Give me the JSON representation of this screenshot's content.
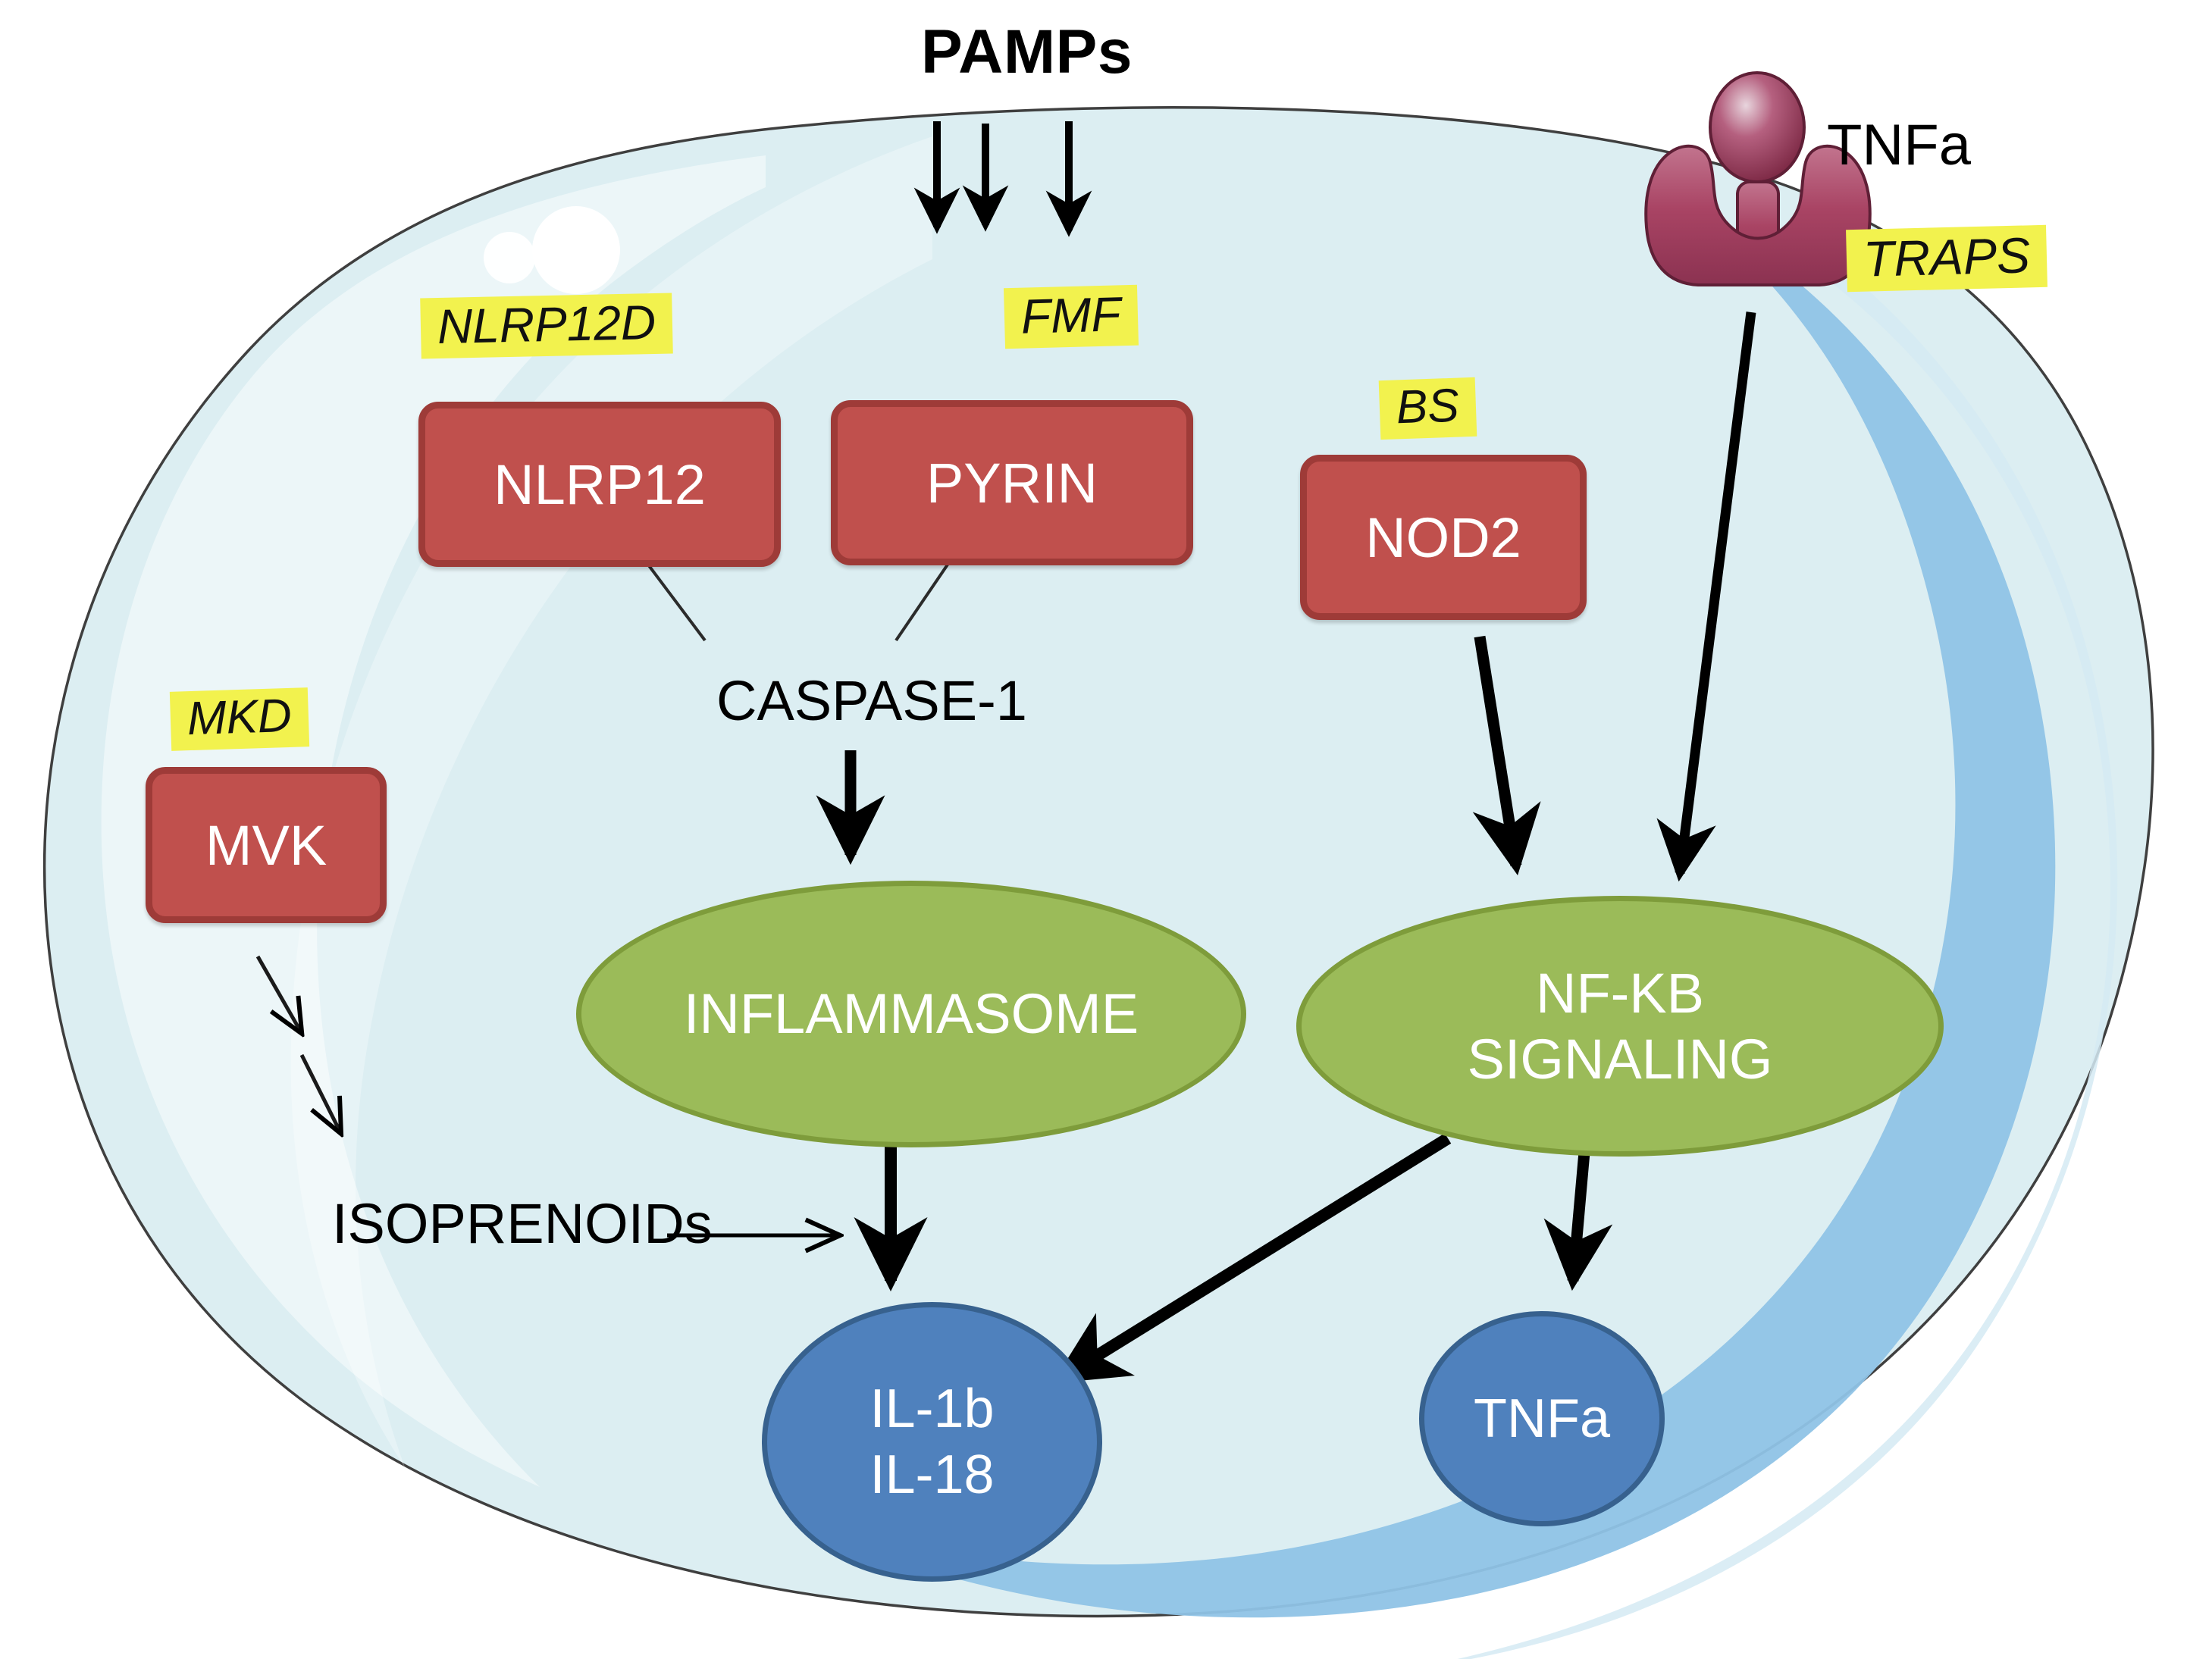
{
  "diagram": {
    "title": "Autoinflammatory signaling pathways in a cell",
    "colors": {
      "cell_fill": "#dceef2",
      "cell_outline": "#4a4a4a",
      "cell_band": "#8fc3e6",
      "protein_fill": "#c0504d",
      "protein_border": "#9e3b38",
      "process_fill": "#9bbb59",
      "process_border": "#7e9c3b",
      "cytokine_fill": "#4f81bd",
      "cytokine_border": "#37618e",
      "highlight": "#f2f24e",
      "receptor": "#a94464",
      "arrow": "#000000"
    }
  },
  "external": {
    "pamps_label": "PAMPs",
    "tnfa_ligand_label": "TNFa",
    "traps_tag": "TRAPS"
  },
  "tags": [
    {
      "id": "nlrp12d",
      "text": "NLRP12D"
    },
    {
      "id": "fmf",
      "text": "FMF"
    },
    {
      "id": "bs",
      "text": "BS"
    },
    {
      "id": "mkd",
      "text": "MKD"
    },
    {
      "id": "traps",
      "text": "TRAPS"
    }
  ],
  "proteins": [
    {
      "id": "nlrp12",
      "label": "NLRP12"
    },
    {
      "id": "pyrin",
      "label": "PYRIN"
    },
    {
      "id": "nod2",
      "label": "NOD2"
    },
    {
      "id": "mvk",
      "label": "MVK"
    }
  ],
  "intermediates": {
    "caspase1": "CASPASE-1",
    "isoprenoids": "ISOPRENOIDs"
  },
  "processes": [
    {
      "id": "inflammasome",
      "label": "INFLAMMASOME"
    },
    {
      "id": "nfkb",
      "line1": "NF-KB",
      "line2": "SIGNALING"
    }
  ],
  "cytokines": [
    {
      "id": "il1b",
      "line1": "IL-1b",
      "line2": "IL-18"
    },
    {
      "id": "tnfa",
      "label": "TNFa"
    }
  ]
}
